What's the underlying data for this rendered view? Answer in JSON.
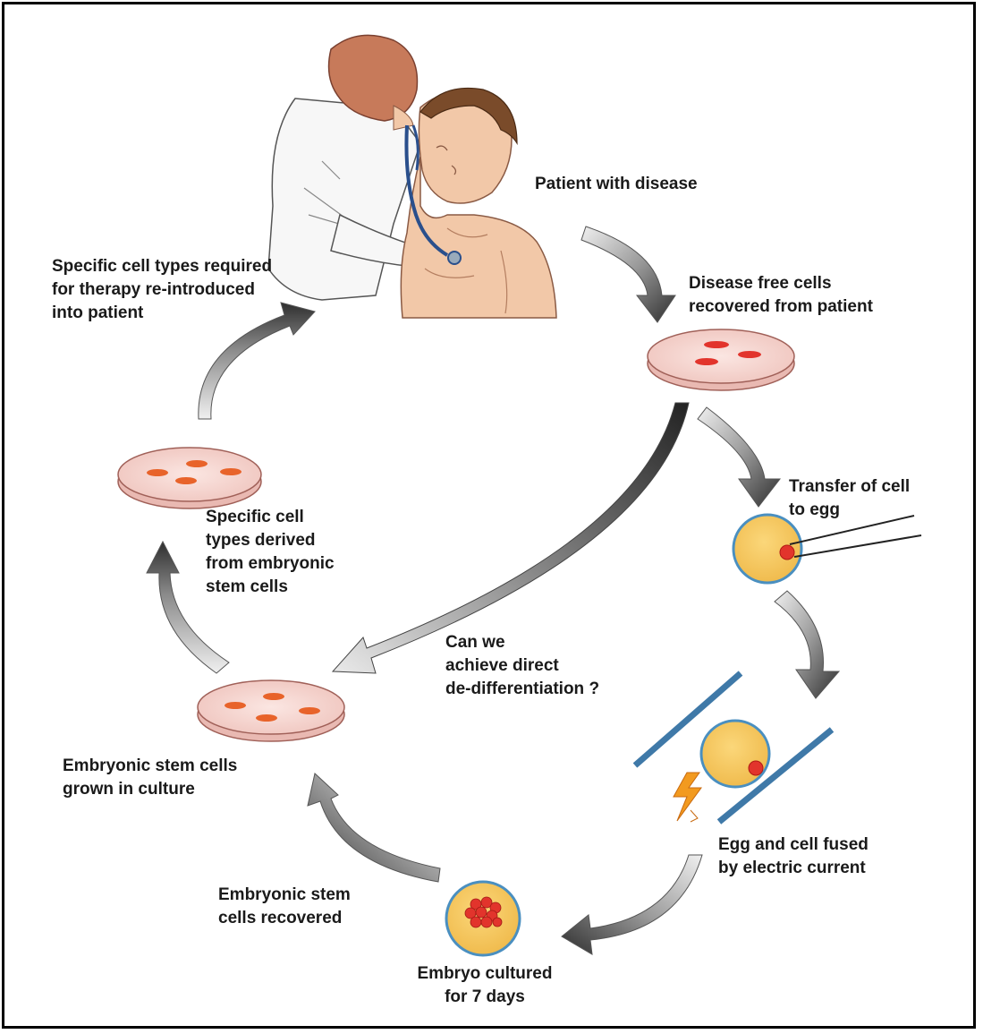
{
  "labels": {
    "patient": [
      "Patient with disease"
    ],
    "reintroduced": [
      "Specific cell types required",
      "for therapy re-introduced",
      "into patient"
    ],
    "disease_free": [
      "Disease free cells",
      "recovered from patient"
    ],
    "transfer": [
      "Transfer of cell",
      "to egg"
    ],
    "derived": [
      "Specific cell",
      "types derived",
      "from embryonic",
      "stem cells"
    ],
    "dedifferentiation": [
      "Can we",
      "achieve direct",
      "de-differentiation ?"
    ],
    "es_culture": [
      "Embryonic stem cells",
      "grown in culture"
    ],
    "fused": [
      "Egg and cell fused",
      "by electric current"
    ],
    "es_recovered": [
      "Embryonic stem",
      "cells recovered"
    ],
    "embryo": [
      "Embryo cultured",
      "for 7 days"
    ]
  },
  "colors": {
    "dish_fill": "#f4d6d2",
    "dish_rim": "#c07a74",
    "cell_red": "#e2342c",
    "cell_orange": "#e8632a",
    "egg_yellow": "#f5c55a",
    "egg_border": "#4a8fc0",
    "electrode_blue": "#3f79a8",
    "bolt_orange": "#f29a1f",
    "arrow_dark": "#555555",
    "arrow_light": "#d8d8d8",
    "skin": "#f2c8a8",
    "hair_doctor": "#c77a5a",
    "hair_patient": "#7a4b2a",
    "coat": "#f7f7f7",
    "stethoscope": "#2a4f8c"
  },
  "icons": [
    "doctor-figure",
    "patient-figure",
    "stethoscope-icon",
    "petri-dish-icon",
    "egg-cell-icon",
    "micropipette-icon",
    "electrode-icon",
    "lightning-bolt-icon",
    "embryo-icon",
    "cycle-arrow-icon"
  ]
}
